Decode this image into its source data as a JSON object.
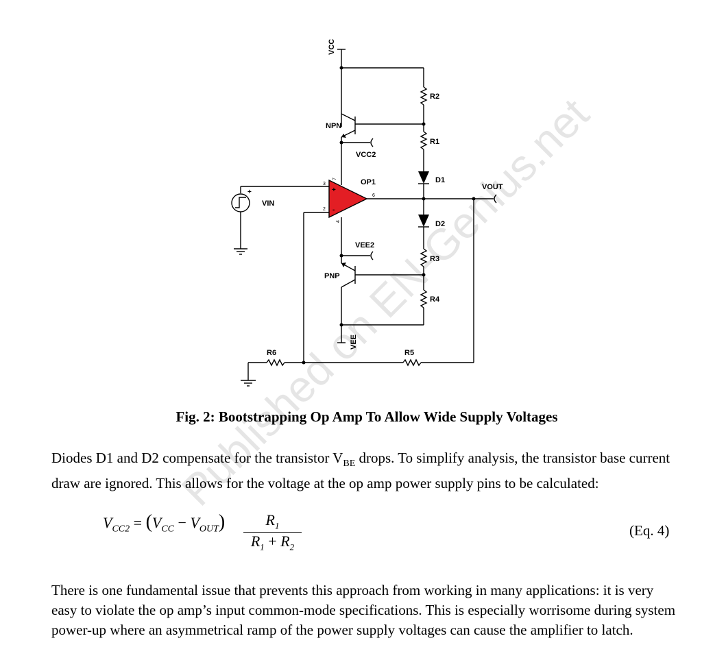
{
  "figure": {
    "labels": {
      "vcc": "VCC",
      "vee": "VEE",
      "npn": "NPN",
      "pnp": "PNP",
      "vcc2": "VCC2",
      "vee2": "VEE2",
      "op1": "OP1",
      "vin": "VIN",
      "vout": "VOUT",
      "r1": "R1",
      "r2": "R2",
      "r3": "R3",
      "r4": "R4",
      "r5": "R5",
      "r6": "R6",
      "d1": "D1",
      "d2": "D2",
      "pin3": "3",
      "pin2": "2",
      "pin6": "6",
      "pin7": "7",
      "pin4": "4",
      "plus": "+",
      "minus": "-",
      "vin_plus": "+"
    },
    "opamp_color": "#e31e24",
    "caption": "Fig. 2: Bootstrapping Op Amp To Allow Wide Supply Voltages"
  },
  "body": {
    "para1_before": "Diodes D1 and D2 compensate for the transistor V",
    "para1_sub": "BE",
    "para1_after": " drops. To simplify analysis, the transistor base current draw are ignored. This allows for the voltage at the op amp power supply pins to be calculated:",
    "equation": {
      "lhs_v": "V",
      "lhs_sub": "CC2",
      "eq_sign": " = ",
      "vcc_sub": "CC",
      "vout_sub": "OUT",
      "numerator": "R",
      "num_sub": "1",
      "den_r1": "R",
      "den_r1_sub": "1",
      "den_plus": " + ",
      "den_r2": "R",
      "den_r2_sub": "2",
      "number": "(Eq. 4)"
    },
    "para2": "There is one fundamental issue that prevents this approach from working in many applications: it is very easy to violate the op amp’s input common-mode specifications. This is especially worrisome during system power-up where an asymmetrical ramp of the power supply voltages can cause the amplifier to latch."
  },
  "watermark": "Published on EN-Genius.net"
}
